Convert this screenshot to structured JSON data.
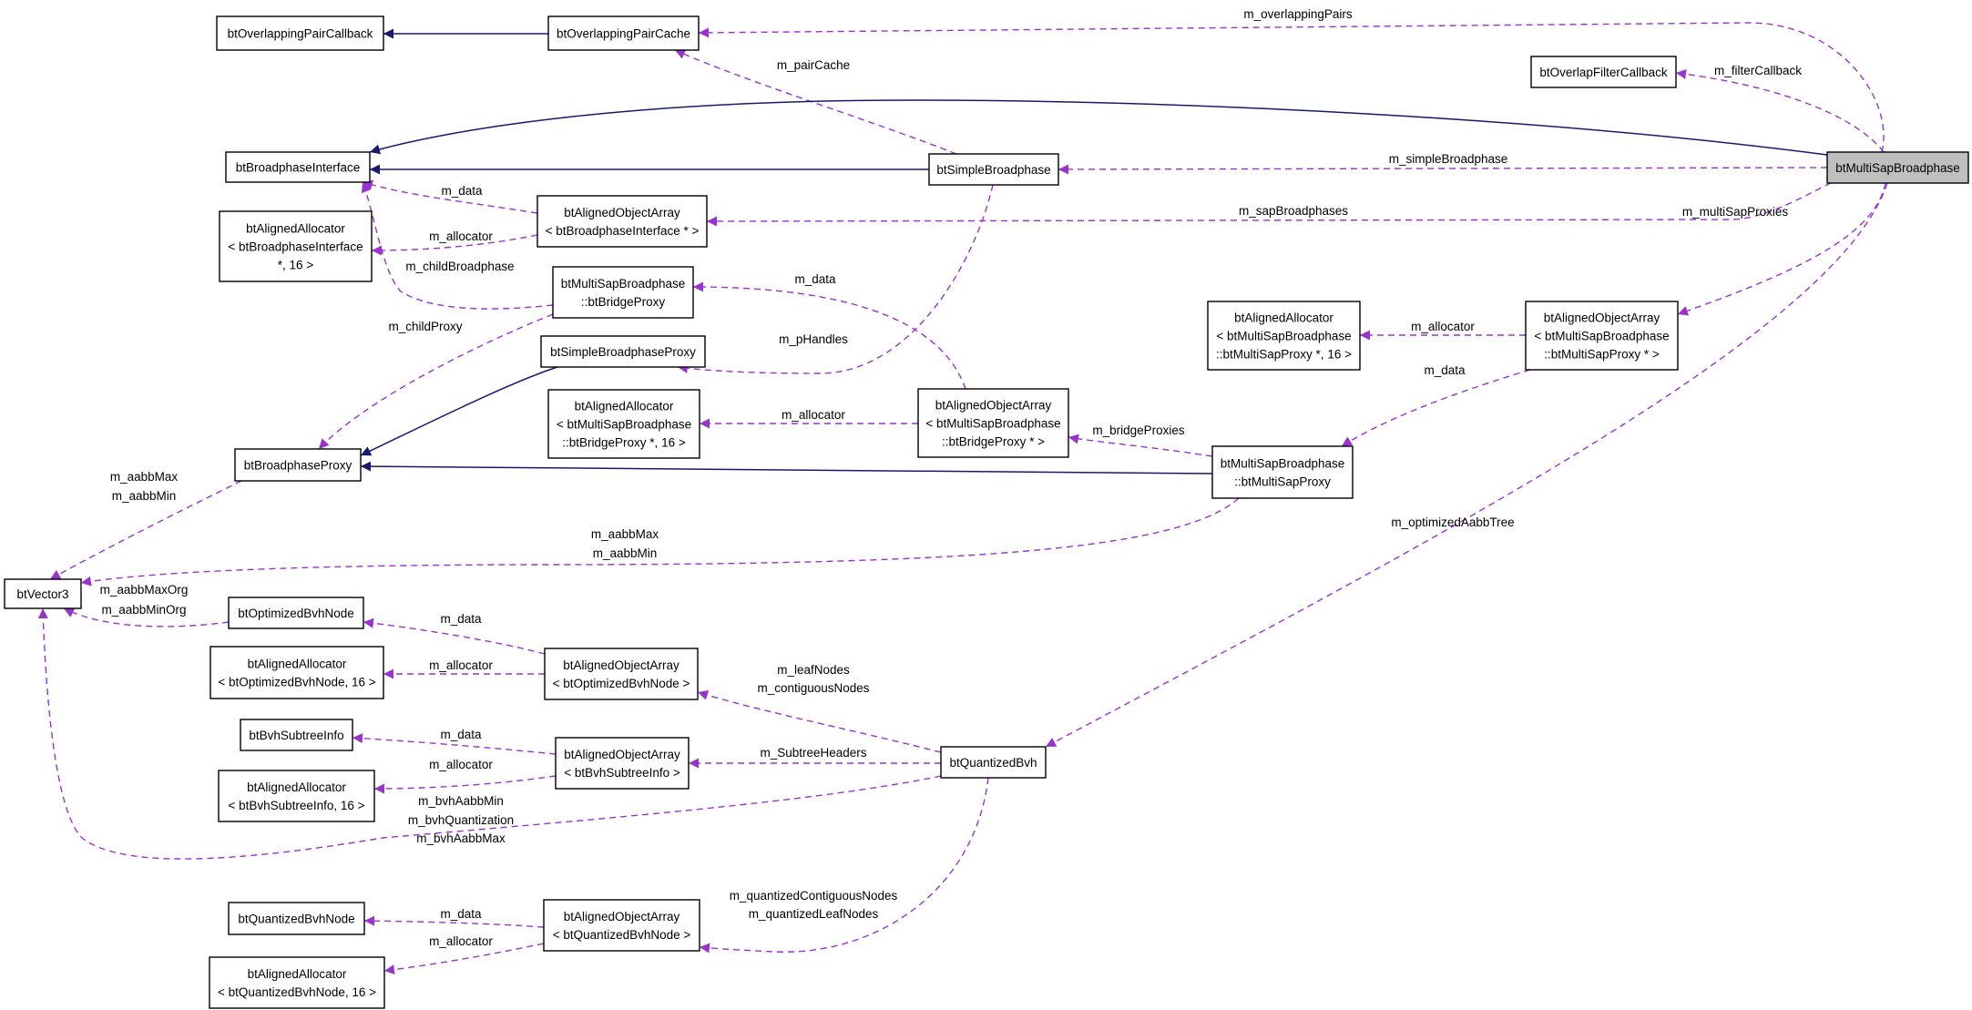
{
  "nodes": {
    "opc_cb": [
      "btOverlappingPairCallback"
    ],
    "opc": [
      "btOverlappingPairCache"
    ],
    "ofcb": [
      "btOverlapFilterCallback"
    ],
    "bpi": [
      "btBroadphaseInterface"
    ],
    "sbp": [
      "btSimpleBroadphase"
    ],
    "msbp": [
      "btMultiSapBroadphase"
    ],
    "alloc_bpi": [
      "btAlignedAllocator",
      "< btBroadphaseInterface",
      "*, 16 >"
    ],
    "aoa_bpi": [
      "btAlignedObjectArray",
      "< btBroadphaseInterface * >"
    ],
    "bridge": [
      "btMultiSapBroadphase",
      "::btBridgeProxy"
    ],
    "sbpp": [
      "btSimpleBroadphaseProxy"
    ],
    "alloc_msp": [
      "btAlignedAllocator",
      "< btMultiSapBroadphase",
      "::btMultiSapProxy *, 16 >"
    ],
    "aoa_msp": [
      "btAlignedObjectArray",
      "< btMultiSapBroadphase",
      "::btMultiSapProxy * >"
    ],
    "alloc_bridge": [
      "btAlignedAllocator",
      "< btMultiSapBroadphase",
      "::btBridgeProxy *, 16 >"
    ],
    "aoa_bridge": [
      "btAlignedObjectArray",
      "< btMultiSapBroadphase",
      "::btBridgeProxy * >"
    ],
    "bpp": [
      "btBroadphaseProxy"
    ],
    "msp": [
      "btMultiSapBroadphase",
      "::btMultiSapProxy"
    ],
    "vec3": [
      "btVector3"
    ],
    "obvhn": [
      "btOptimizedBvhNode"
    ],
    "alloc_obvhn": [
      "btAlignedAllocator",
      "< btOptimizedBvhNode, 16 >"
    ],
    "aoa_obvhn": [
      "btAlignedObjectArray",
      "< btOptimizedBvhNode >"
    ],
    "bvhsti": [
      "btBvhSubtreeInfo"
    ],
    "alloc_bvhsti": [
      "btAlignedAllocator",
      "< btBvhSubtreeInfo, 16 >"
    ],
    "aoa_bvhsti": [
      "btAlignedObjectArray",
      "< btBvhSubtreeInfo >"
    ],
    "qbvh": [
      "btQuantizedBvh"
    ],
    "qbvhn": [
      "btQuantizedBvhNode"
    ],
    "aoa_qbvhn": [
      "btAlignedObjectArray",
      "< btQuantizedBvhNode >"
    ],
    "alloc_qbvhn": [
      "btAlignedAllocator",
      "< btQuantizedBvhNode, 16 >"
    ]
  },
  "edge_labels": {
    "overlappingPairs": [
      "m_overlappingPairs"
    ],
    "pairCache": [
      "m_pairCache"
    ],
    "filterCallback": [
      "m_filterCallback"
    ],
    "simpleBroadphase": [
      "m_simpleBroadphase"
    ],
    "sapBroadphases": [
      "m_sapBroadphases"
    ],
    "aoa_bpi_data": [
      "m_data"
    ],
    "aoa_bpi_alloc": [
      "m_allocator"
    ],
    "childBroadphase": [
      "m_childBroadphase"
    ],
    "bridge_data": [
      "m_data"
    ],
    "multiSapProxies": [
      "m_multiSapProxies"
    ],
    "aoa_msp_alloc": [
      "m_allocator"
    ],
    "childProxy": [
      "m_childProxy"
    ],
    "pHandles": [
      "m_pHandles"
    ],
    "aoa_msp_data": [
      "m_data"
    ],
    "aoa_bridge_alloc": [
      "m_allocator"
    ],
    "bridgeProxies": [
      "m_bridgeProxies"
    ],
    "bpp_aabb": [
      "m_aabbMax",
      "m_aabbMin"
    ],
    "optimizedAabbTree": [
      "m_optimizedAabbTree"
    ],
    "msp_aabb": [
      "m_aabbMax",
      "m_aabbMin"
    ],
    "obvhn_aabb": [
      "m_aabbMaxOrg",
      "m_aabbMinOrg"
    ],
    "aoa_obvhn_data": [
      "m_data"
    ],
    "aoa_obvhn_alloc": [
      "m_allocator"
    ],
    "leafNodes": [
      "m_leafNodes",
      "m_contiguousNodes"
    ],
    "aoa_bvhsti_data": [
      "m_data"
    ],
    "subtreeHeaders": [
      "m_SubtreeHeaders"
    ],
    "aoa_bvhsti_alloc": [
      "m_allocator"
    ],
    "qbvh_vec": [
      "m_bvhAabbMin",
      "m_bvhQuantization",
      "m_bvhAabbMax"
    ],
    "quantizedNodes": [
      "m_quantizedContiguousNodes",
      "m_quantizedLeafNodes"
    ],
    "aoa_qbvhn_data": [
      "m_data"
    ],
    "aoa_qbvhn_alloc": [
      "m_allocator"
    ]
  },
  "colors": {
    "inheritance": "#191970",
    "usage": "#9a32cd",
    "root_fill": "#bfbfbf"
  }
}
